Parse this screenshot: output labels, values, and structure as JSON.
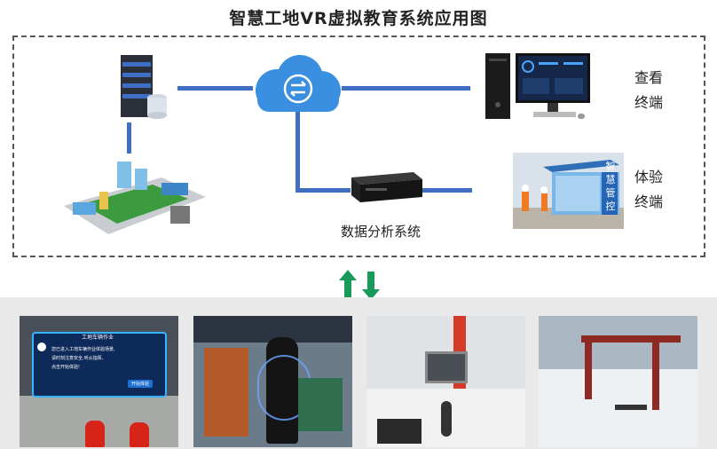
{
  "title": "智慧工地VR虚拟教育系统应用图",
  "nodes": {
    "view_terminal": [
      "查看",
      "终端"
    ],
    "experience_terminal": [
      "体验",
      "终端"
    ],
    "data_analysis": "数据分析系统",
    "kiosk_sign": [
      "智",
      "慧",
      "管",
      "控"
    ]
  },
  "vr_screens": {
    "panel_title": "工地车辆作业",
    "panel_text": [
      "您已进入工地车辆作业体验场景,",
      "请时刻注意安全,听从指挥,",
      "点击开始体验!"
    ],
    "panel_button": "开始体验"
  },
  "colors": {
    "accent": "#3f6fc4",
    "arrow": "#1a9a5a"
  }
}
